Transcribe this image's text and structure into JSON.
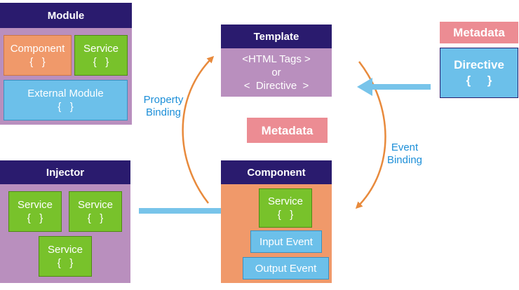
{
  "module": {
    "title": "Module",
    "component": {
      "name": "Component",
      "braces": "{   }"
    },
    "service": {
      "name": "Service",
      "braces": "{   }"
    },
    "external": {
      "name": "External Module",
      "braces": "{   }"
    }
  },
  "template": {
    "title": "Template",
    "line1": "<HTML Tags >",
    "line2": "or",
    "line3": "<  Directive  >"
  },
  "directive_block": {
    "metadata": "Metadata",
    "name": "Directive",
    "braces": "{     }"
  },
  "center_metadata": "Metadata",
  "labels": {
    "property_binding": [
      "Property",
      "Binding"
    ],
    "event_binding": [
      "Event",
      "Binding"
    ]
  },
  "injector": {
    "title": "Injector",
    "services": [
      {
        "name": "Service",
        "braces": "{   }"
      },
      {
        "name": "Service",
        "braces": "{   }"
      },
      {
        "name": "Service",
        "braces": "{   }"
      }
    ]
  },
  "component": {
    "title": "Component",
    "service": {
      "name": "Service",
      "braces": "{   }"
    },
    "input_event": "Input Event",
    "output_event": "Output Event"
  },
  "colors": {
    "header": "#2a1b6e",
    "purple": "#b98fbe",
    "orange": "#f0996a",
    "green": "#78c22b",
    "blue": "#6cc0ea",
    "pink": "#ec8c93",
    "arrow_orange": "#e88a3c",
    "arrow_blue": "#78c4ea",
    "label_blue": "#1d8fd8"
  }
}
